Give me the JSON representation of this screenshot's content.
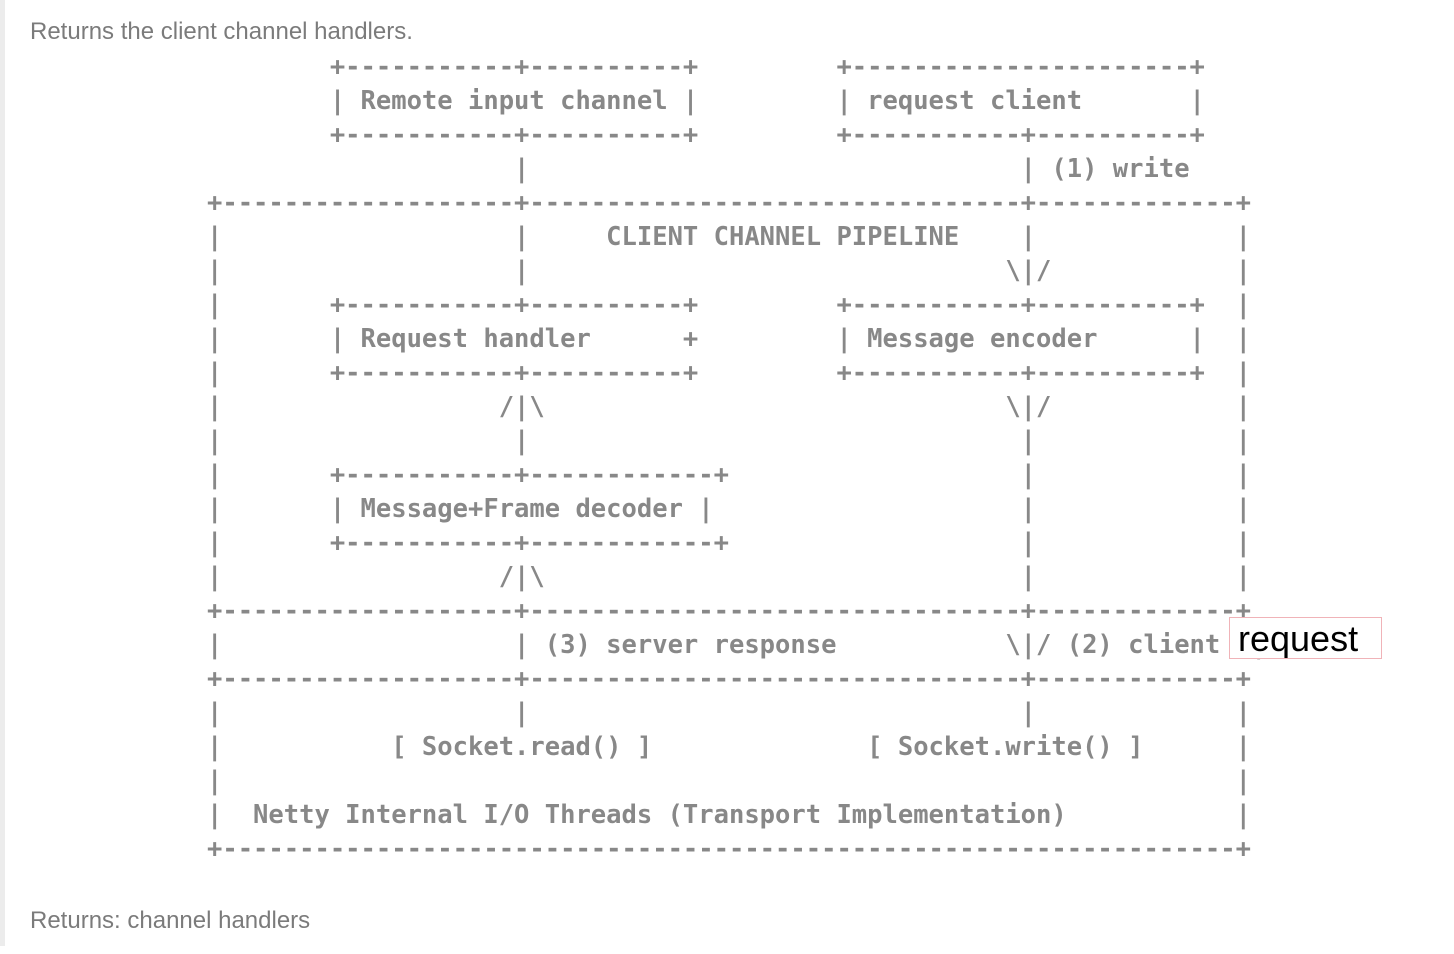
{
  "description": "Returns the client channel handlers.",
  "diagram": {
    "lines": [
      "        +-----------+----------+         +----------------------+",
      "        | Remote input channel |         | request client       |",
      "        +-----------+----------+         +-----------+----------+",
      "                    |                                | (1) write",
      "+-------------------+--------------------------------+-------------+",
      "|                   |     CLIENT CHANNEL PIPELINE    |             |",
      "|                   |                               \\|/            |",
      "|       +-----------+----------+         +-----------+----------+  |",
      "|       | Request handler      +         | Message encoder      |  |",
      "|       +-----------+----------+         +-----------+----------+  |",
      "|                  /|\\                              \\|/            |",
      "|                   |                                |             |",
      "|       +-----------+------------+                   |             |",
      "|       | Message+Frame decoder |                    |             |",
      "|       +-----------+------------+                   |             |",
      "|                  /|\\                               |             |",
      "+-------------------+--------------------------------+-------------+",
      "|                   | (3) server response           \\|/ (2) client  |",
      "+-------------------+--------------------------------+-------------+",
      "|                   |                                |             |",
      "|           [ Socket.read() ]              [ Socket.write() ]      |",
      "|                                                                  |",
      "|  Netty Internal I/O Threads (Transport Implementation)           |",
      "+------------------------------------------------------------------+"
    ]
  },
  "tooltip": "request",
  "returns": "Returns: channel handlers"
}
